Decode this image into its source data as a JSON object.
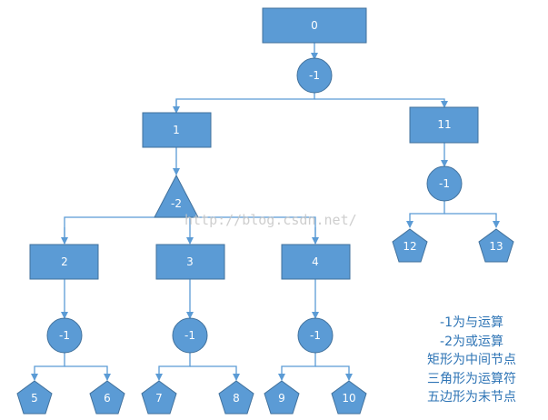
{
  "watermark": "http://blog.csdn.net/",
  "colors": {
    "fill": "#5b9bd5",
    "stroke": "#41719c",
    "edge": "#5b9bd5",
    "legend_text": "#2e74b5"
  },
  "nodes": {
    "n0": "0",
    "op_root": "-1",
    "n1": "1",
    "n11": "11",
    "op_n1": "-2",
    "op_n11": "-1",
    "n12": "12",
    "n13": "13",
    "n2": "2",
    "n3": "3",
    "n4": "4",
    "op_n2": "-1",
    "op_n3": "-1",
    "op_n4": "-1",
    "n5": "5",
    "n6": "6",
    "n7": "7",
    "n8": "8",
    "n9": "9",
    "n10": "10"
  },
  "legend": [
    "-1为与运算",
    "-2为或运算",
    "矩形为中间节点",
    "三角形为运算符",
    "五边形为末节点"
  ]
}
